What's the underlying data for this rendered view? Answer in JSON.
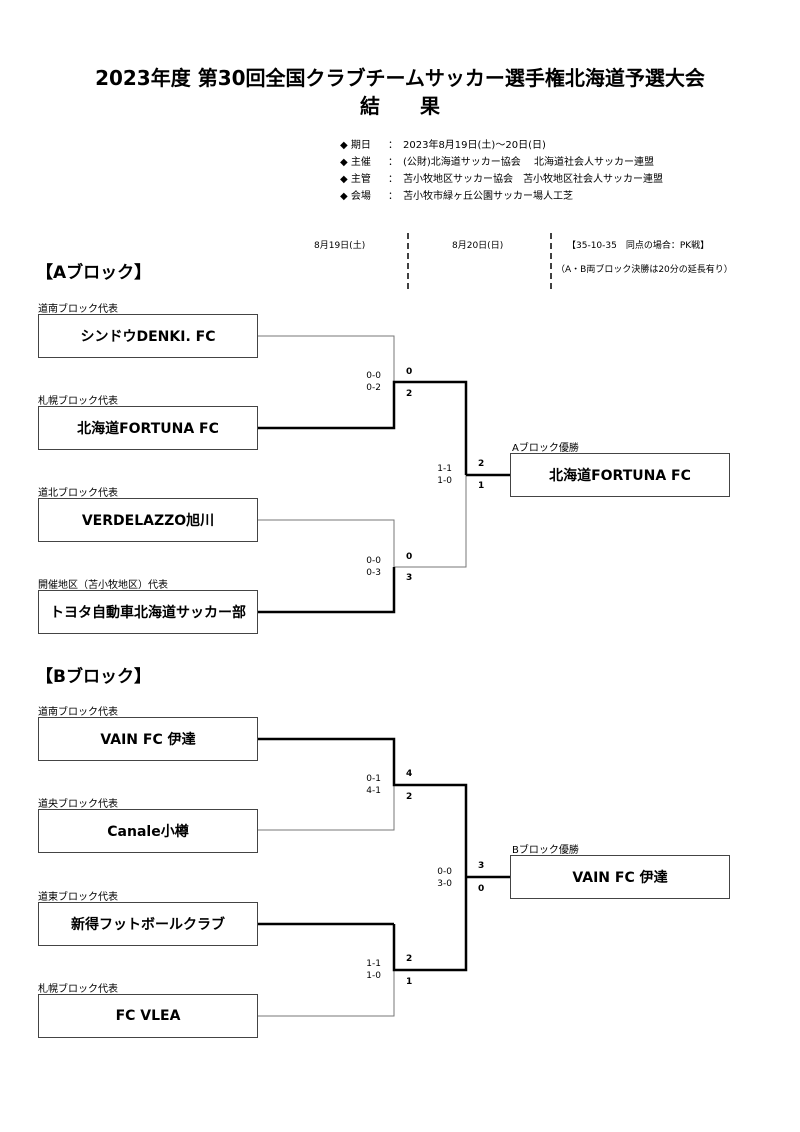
{
  "header": {
    "title_line1": "2023年度 第30回全国クラブチームサッカー選手権北海道予選大会",
    "title_line2": "結　　果"
  },
  "info": [
    {
      "label": "◆ 期日",
      "value": "：　2023年8月19日(土)～20日(日)"
    },
    {
      "label": "◆ 主催",
      "value": "：　(公財)北海道サッカー協会　 北海道社会人サッカー連盟"
    },
    {
      "label": "◆ 主管",
      "value": "：　苫小牧地区サッカー協会　苫小牧地区社会人サッカー連盟"
    },
    {
      "label": "◆ 会場",
      "value": "：　苫小牧市緑ヶ丘公園サッカー場人工芝"
    }
  ],
  "schedule": {
    "day1": "8月19日(土)",
    "day2": "8月20日(日)",
    "rule1": "【35-10-35　同点の場合：PK戦】",
    "rule2": "（A・B両ブロック決勝は20分の延長有り）"
  },
  "blockA": {
    "title": "【Aブロック】",
    "teams": [
      {
        "label": "道南ブロック代表",
        "name": "シンドウDENKI. FC"
      },
      {
        "label": "札幌ブロック代表",
        "name": "北海道FORTUNA FC"
      },
      {
        "label": "道北ブロック代表",
        "name": "VERDELAZZO旭川"
      },
      {
        "label": "開催地区（苫小牧地区）代表",
        "name": "トヨタ自動車北海道サッカー部"
      }
    ],
    "match1": {
      "top": "0",
      "bottom": "2",
      "half1": "0-0",
      "half2": "0-2"
    },
    "match2": {
      "top": "0",
      "bottom": "3",
      "half1": "0-0",
      "half2": "0-3"
    },
    "final": {
      "top": "2",
      "bottom": "1",
      "half1": "1-1",
      "half2": "1-0"
    },
    "champion_label": "Aブロック優勝",
    "champion": "北海道FORTUNA FC"
  },
  "blockB": {
    "title": "【Bブロック】",
    "teams": [
      {
        "label": "道南ブロック代表",
        "name": "VAIN FC 伊達"
      },
      {
        "label": "道央ブロック代表",
        "name": "Canale小樽"
      },
      {
        "label": "道東ブロック代表",
        "name": "新得フットボールクラブ"
      },
      {
        "label": "札幌ブロック代表",
        "name": "FC VLEA"
      }
    ],
    "match1": {
      "top": "4",
      "bottom": "2",
      "half1": "0-1",
      "half2": "4-1"
    },
    "match2": {
      "top": "2",
      "bottom": "1",
      "half1": "1-1",
      "half2": "1-0"
    },
    "final": {
      "top": "3",
      "bottom": "0",
      "half1": "0-0",
      "half2": "3-0"
    },
    "champion_label": "Bブロック優勝",
    "champion": "VAIN FC 伊達"
  }
}
